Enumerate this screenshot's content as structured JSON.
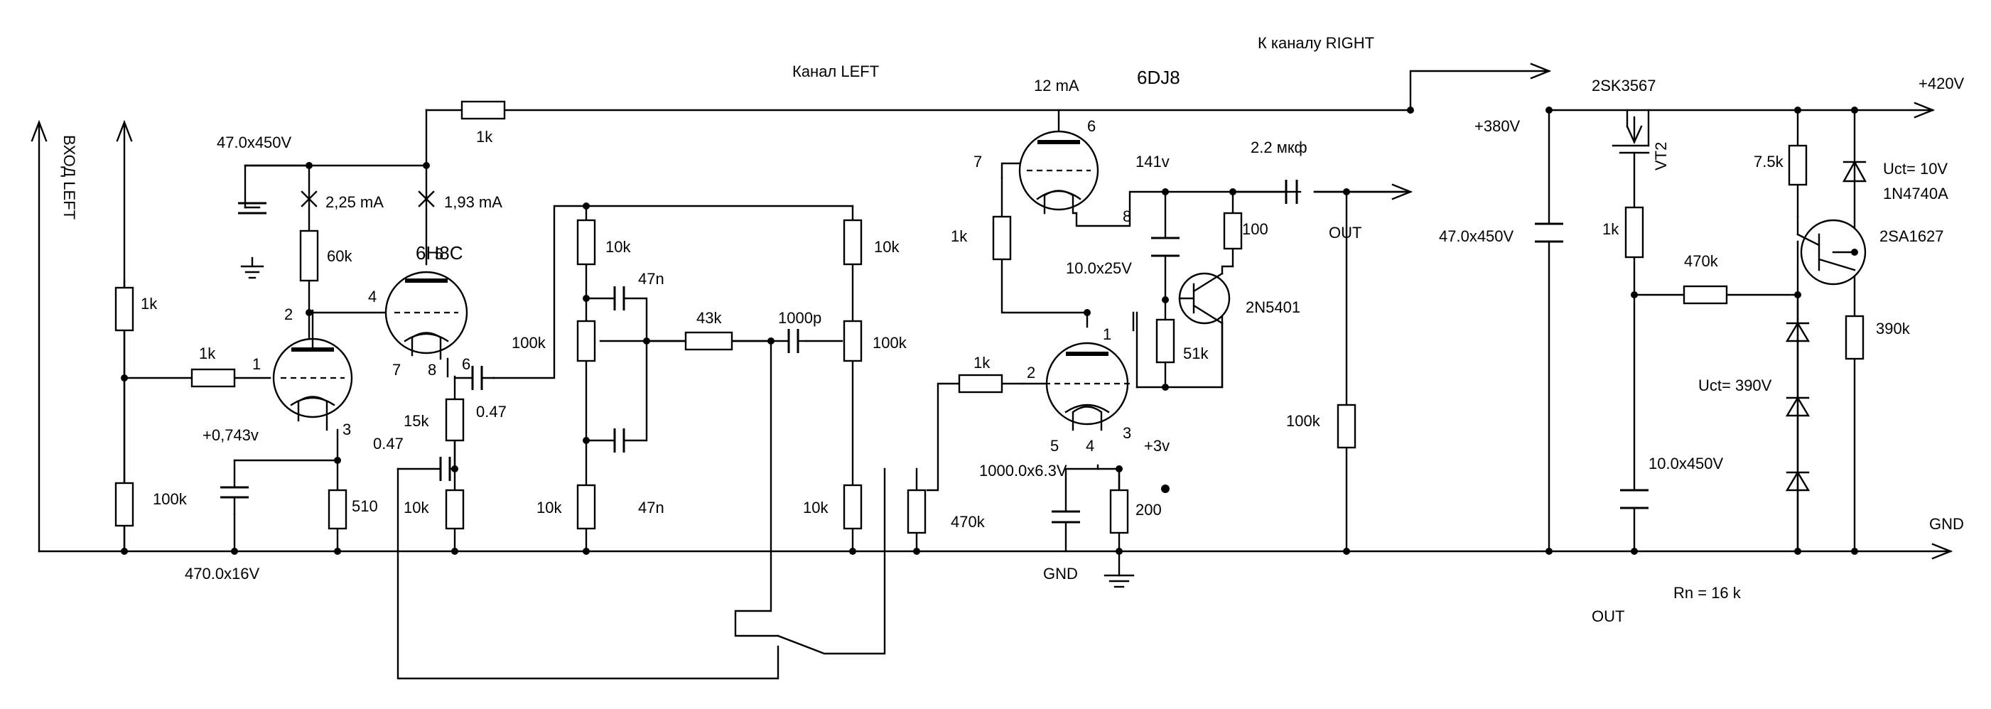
{
  "rails": {
    "input_label": "ВХОД LEFT",
    "channel_label": "Канал LEFT",
    "to_right_label": "К каналу RIGHT",
    "b380_label": "+380V",
    "b420_label": "+420V",
    "gnd_right_label": "GND",
    "gnd_center_label": "GND",
    "out_label": "OUT",
    "out_bottom_label": "OUT",
    "load_label": "Rn = 16 k"
  },
  "tubes": {
    "t1_type": "6H8C",
    "t2_type": "6DJ8",
    "t2_current": "12 mA"
  },
  "pins": {
    "p1": "1",
    "p2": "2",
    "p3": "3",
    "p4": "4",
    "p5": "5",
    "p6": "6",
    "p7": "7",
    "p8": "8",
    "q1": "1",
    "q2": "2",
    "q3": "3",
    "q4": "4",
    "q5": "5",
    "q6": "6",
    "q7": "7",
    "q8": "8"
  },
  "components": {
    "r_in_shunt": "1k",
    "r_in_grid": "1k",
    "r_in_gnd": "100k",
    "c_cathode1": "470.0x16V",
    "r_cathode1": "510",
    "cathode1_v": "+0,743v",
    "c_filter1": "47.0x450V",
    "i1": "2,25 mA",
    "i2": "1,93 mA",
    "r_plate1": "60k",
    "r_supply1": "1k",
    "c_out1": "0.47",
    "c_fb": "0.47",
    "r_fb1": "15k",
    "r_fb2": "10k",
    "tc_r1": "10k",
    "tc_pot1": "100k",
    "tc_r2": "10k",
    "tc_c1": "47n",
    "tc_c2": "47n",
    "tc_mid": "43k",
    "tc_c3": "1000p",
    "tc_r3": "10k",
    "tc_pot2": "100k",
    "tc_r4": "10k",
    "vol_pot": "470k",
    "r_grid2": "1k",
    "r_bias2": "1k",
    "c_cath2": "1000.0x6.3V",
    "r_cath2": "200",
    "cath2_v": "+3v",
    "v141": "141v",
    "c_out2": "2.2 мкф",
    "c_bypass": "10.0x25V",
    "r100": "100",
    "r51k": "51k",
    "q_pnp": "2N5401",
    "r_out_load": "100k",
    "c_psu1": "47.0x450V",
    "mosfet": "2SK3567",
    "vt2": "VT2",
    "r_gate": "1k",
    "r470": "470k",
    "c_psu2": "10.0x450V",
    "r75": "7.5k",
    "q_reg": "2SA1627",
    "zd_ref": "Uct= 10V",
    "zd_ref_type": "1N4740A",
    "r390": "390k",
    "zd_chain": "Uct= 390V"
  }
}
